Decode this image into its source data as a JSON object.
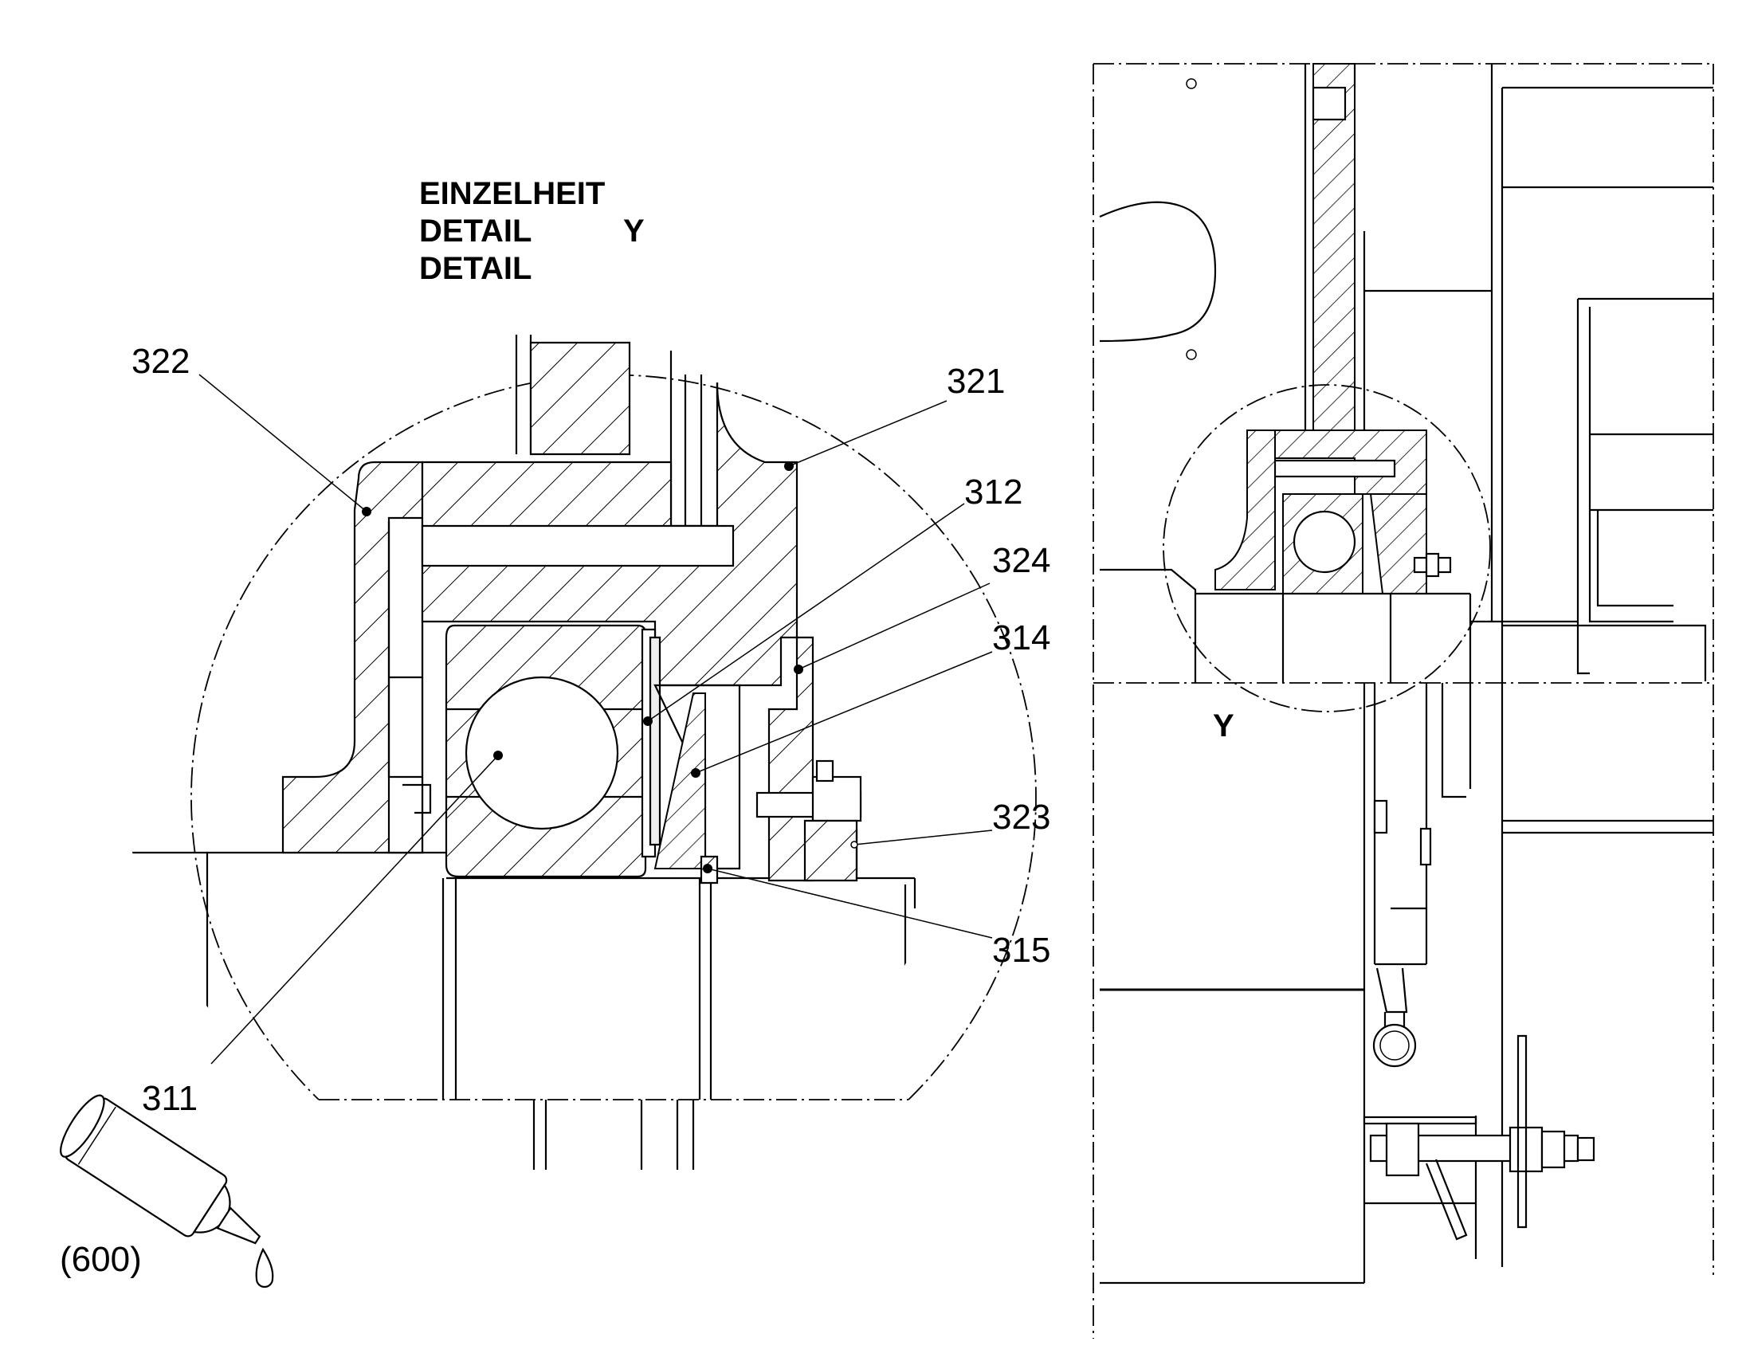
{
  "header": {
    "line1": "EINZELHEIT",
    "line2": "DETAIL",
    "line3": "DETAIL",
    "detail_letter": "Y"
  },
  "callouts": [
    {
      "id": "322",
      "label": "322"
    },
    {
      "id": "321",
      "label": "321"
    },
    {
      "id": "312",
      "label": "312"
    },
    {
      "id": "324",
      "label": "324"
    },
    {
      "id": "314",
      "label": "314"
    },
    {
      "id": "323",
      "label": "323"
    },
    {
      "id": "315",
      "label": "315"
    },
    {
      "id": "311",
      "label": "311"
    }
  ],
  "lubricant": {
    "label": "(600)"
  },
  "overview": {
    "detail_marker": "Y"
  }
}
